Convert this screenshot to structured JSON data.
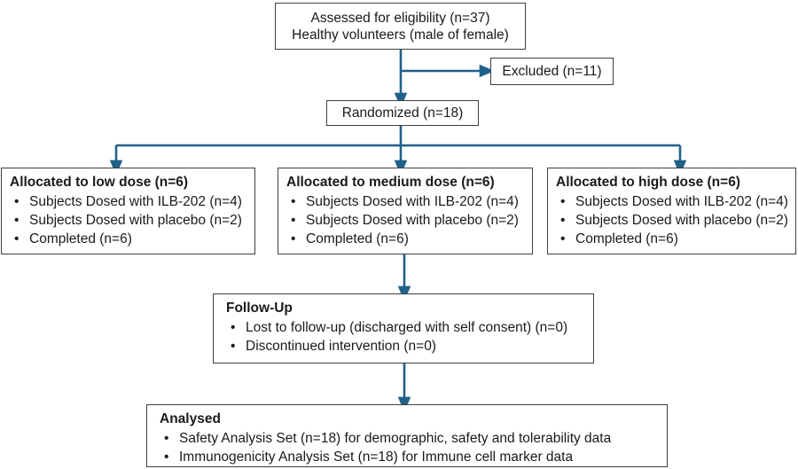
{
  "diagram": {
    "kind": "consort-flow-diagram",
    "connector_color": "#1f6189",
    "box_border_color": "#3f3f3f",
    "background_color": "#ffffff"
  },
  "nodes": {
    "assessed": {
      "name": "assessed-for-eligibility",
      "lines": [
        "Assessed for eligibility (n=37)",
        "Healthy volunteers (male of female)"
      ]
    },
    "excluded": {
      "name": "excluded",
      "lines": [
        "Excluded (n=11)"
      ]
    },
    "randomized": {
      "name": "randomized",
      "lines": [
        "Randomized (n=18)"
      ]
    },
    "low_dose": {
      "name": "allocated-low-dose",
      "title": "Allocated to low dose (n=6)",
      "bullets": [
        "Subjects Dosed with ILB-202 (n=4)",
        "Subjects Dosed with placebo (n=2)",
        "Completed (n=6)"
      ]
    },
    "medium_dose": {
      "name": "allocated-medium-dose",
      "title": "Allocated to medium dose (n=6)",
      "bullets": [
        "Subjects Dosed with ILB-202 (n=4)",
        "Subjects Dosed with placebo (n=2)",
        "Completed (n=6)"
      ]
    },
    "high_dose": {
      "name": "allocated-high-dose",
      "title": "Allocated to high dose (n=6)",
      "bullets": [
        "Subjects Dosed with ILB-202 (n=4)",
        "Subjects Dosed with placebo (n=2)",
        "Completed (n=6)"
      ]
    },
    "follow_up": {
      "name": "follow-up",
      "title": "Follow-Up",
      "bullets": [
        "Lost to follow-up (discharged with self consent) (n=0)",
        "Discontinued intervention (n=0)"
      ]
    },
    "analysed": {
      "name": "analysed",
      "title": "Analysed",
      "bullets": [
        "Safety Analysis Set (n=18) for demographic, safety and tolerability data",
        "Immunogenicity Analysis Set (n=18) for Immune cell marker data"
      ]
    }
  },
  "bullet_glyph": "•"
}
